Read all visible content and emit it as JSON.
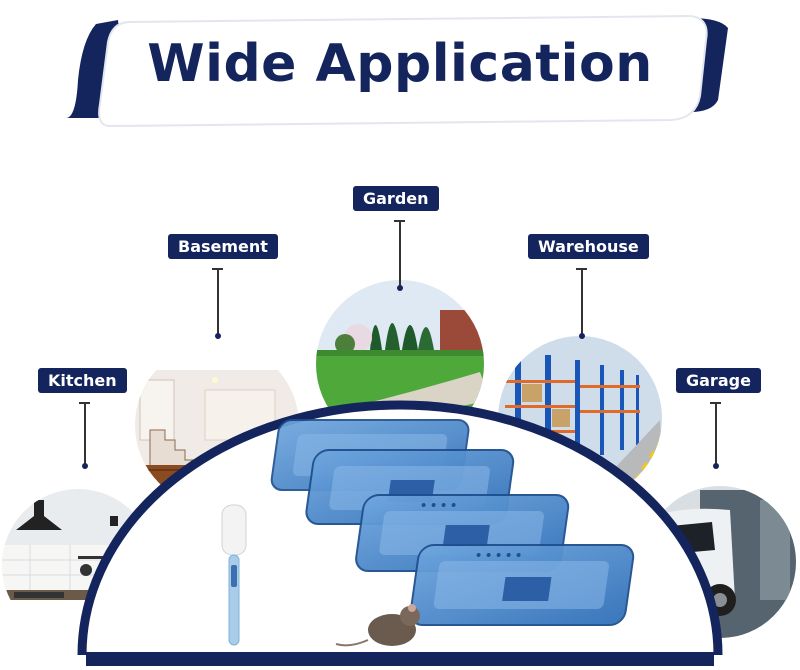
{
  "banner": {
    "title": "Wide Application"
  },
  "locations": [
    {
      "id": "kitchen",
      "label": "Kitchen"
    },
    {
      "id": "basement",
      "label": "Basement"
    },
    {
      "id": "garden",
      "label": "Garden"
    },
    {
      "id": "warehouse",
      "label": "Warehouse"
    },
    {
      "id": "garage",
      "label": "Garage"
    }
  ],
  "colors": {
    "navy": "#14245c",
    "trap_blue": "#3f7ec4"
  }
}
